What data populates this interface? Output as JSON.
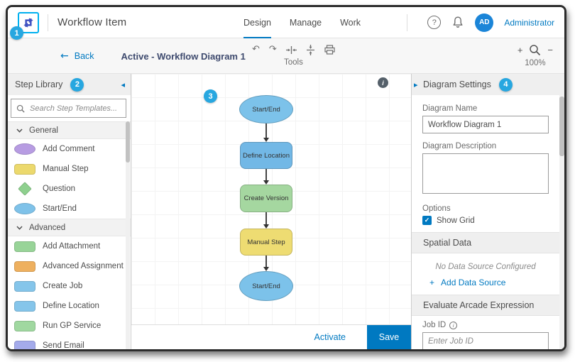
{
  "header": {
    "title": "Workflow Item",
    "tabs": [
      {
        "label": "Design",
        "active": true
      },
      {
        "label": "Manage",
        "active": false
      },
      {
        "label": "Work",
        "active": false
      }
    ],
    "user_initials": "AD",
    "user_name": "Administrator"
  },
  "toolbar": {
    "back_label": "Back",
    "diagram_title": "Active - Workflow Diagram 1",
    "tools_label": "Tools",
    "zoom_level": "100%"
  },
  "icons": {
    "back_arrow": "←",
    "undo": "↶",
    "redo": "↷",
    "plus": "+",
    "minus": "−",
    "help": "?",
    "info": "i",
    "collapse_left": "◂",
    "collapse_right": "▸"
  },
  "step_library": {
    "title": "Step Library",
    "search_placeholder": "Search Step Templates...",
    "sections": [
      {
        "label": "General",
        "items": [
          {
            "label": "Add Comment",
            "shape": "ellipse",
            "color": "#b79ce2"
          },
          {
            "label": "Manual Step",
            "shape": "rect",
            "color": "#ecd96d"
          },
          {
            "label": "Question",
            "shape": "diamond",
            "color": "#8ed08e"
          },
          {
            "label": "Start/End",
            "shape": "ellipse",
            "color": "#7fc2e9"
          }
        ]
      },
      {
        "label": "Advanced",
        "items": [
          {
            "label": "Add Attachment",
            "shape": "rect",
            "color": "#98d498"
          },
          {
            "label": "Advanced Assignment",
            "shape": "rect",
            "color": "#eeb05f"
          },
          {
            "label": "Create Job",
            "shape": "rect",
            "color": "#85c5ea"
          },
          {
            "label": "Define Location",
            "shape": "rect",
            "color": "#85c5ea"
          },
          {
            "label": "Run GP Service",
            "shape": "rect",
            "color": "#a0d8a0"
          },
          {
            "label": "Send Email",
            "shape": "rect",
            "color": "#a4abeb"
          }
        ]
      }
    ]
  },
  "canvas": {
    "nodes": [
      {
        "label": "Start/End",
        "shape": "ellipse",
        "color": "#7cc2ea"
      },
      {
        "label": "Define Location",
        "shape": "rect",
        "color": "#72b8e6"
      },
      {
        "label": "Create Version",
        "shape": "rect",
        "color": "#a5d7a0"
      },
      {
        "label": "Manual Step",
        "shape": "rect",
        "color": "#eedc72"
      },
      {
        "label": "Start/End",
        "shape": "ellipse",
        "color": "#7cc2ea"
      }
    ]
  },
  "settings_panel": {
    "title": "Diagram Settings",
    "diagram_name_label": "Diagram Name",
    "diagram_name_value": "Workflow Diagram 1",
    "diagram_description_label": "Diagram Description",
    "options_label": "Options",
    "show_grid_label": "Show Grid",
    "show_grid_checked": true,
    "spatial_data_title": "Spatial Data",
    "no_data_source_text": "No Data Source Configured",
    "add_data_source_label": "Add Data Source",
    "arcade_title": "Evaluate Arcade Expression",
    "job_id_label": "Job ID",
    "job_id_placeholder": "Enter Job ID"
  },
  "footer": {
    "activate_label": "Activate",
    "save_label": "Save"
  },
  "callouts": [
    "1",
    "2",
    "3",
    "4"
  ],
  "colors": {
    "accent_blue": "#0079c1",
    "badge_cyan": "#27a7e0",
    "title_navy": "#3e4a6e",
    "avatar_blue": "#1b85d8"
  }
}
